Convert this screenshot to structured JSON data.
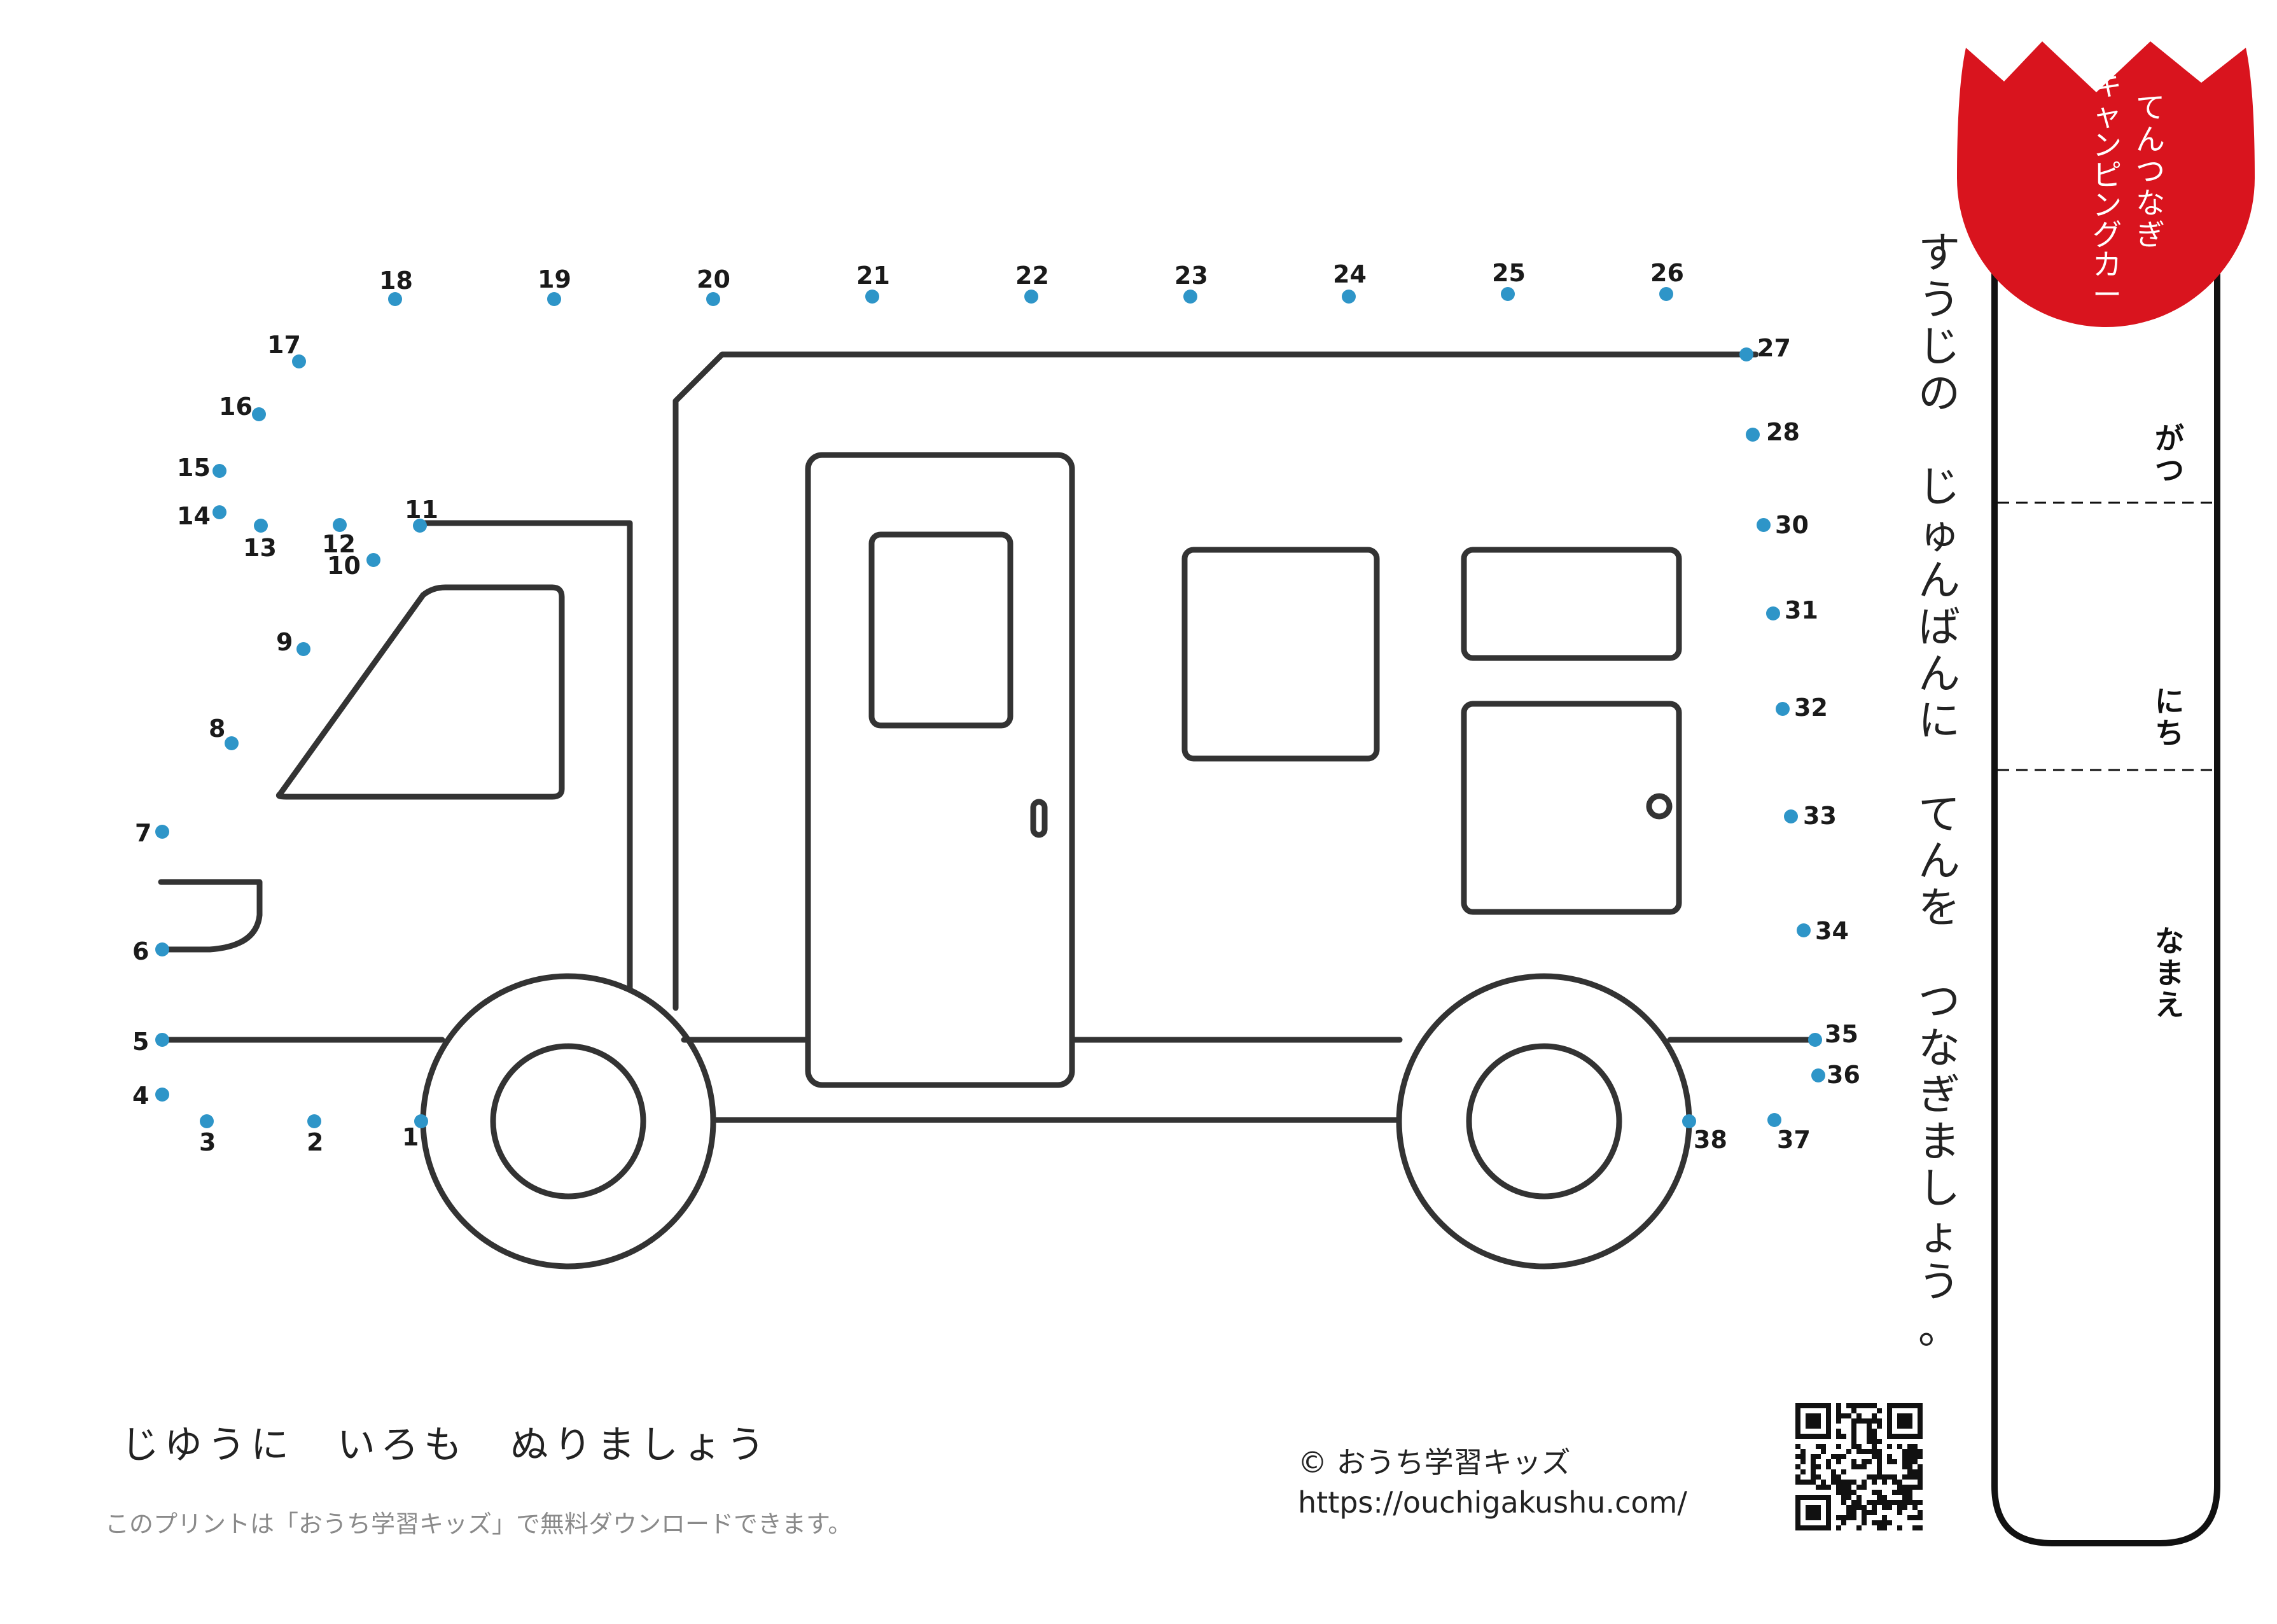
{
  "badge": {
    "title": "てんつなぎ",
    "subtitle": "キャンピングカー",
    "color": "#d9141e"
  },
  "instruction": "すうじの　じゅんばんに　てんを　つなぎましょう。",
  "form_fields": {
    "month": "がつ",
    "day": "にち",
    "name": "なまえ"
  },
  "dots": {
    "color": "#2e95c8",
    "labels": [
      "1",
      "2",
      "3",
      "4",
      "5",
      "6",
      "7",
      "8",
      "9",
      "10",
      "11",
      "12",
      "13",
      "14",
      "15",
      "16",
      "17",
      "18",
      "19",
      "20",
      "21",
      "22",
      "23",
      "24",
      "25",
      "26",
      "27",
      "28",
      "30",
      "31",
      "32",
      "33",
      "34",
      "35",
      "36",
      "37",
      "38"
    ]
  },
  "footer": {
    "color_instruction": "じゆうに　いろも　ぬりましょう",
    "print_note": "このプリントは「おうち学習キッズ」で無料ダウンロードできます。",
    "copyright": "© おうち学習キッズ",
    "url": "https://ouchigakushu.com/"
  },
  "qr_icon": "qr-code-icon"
}
